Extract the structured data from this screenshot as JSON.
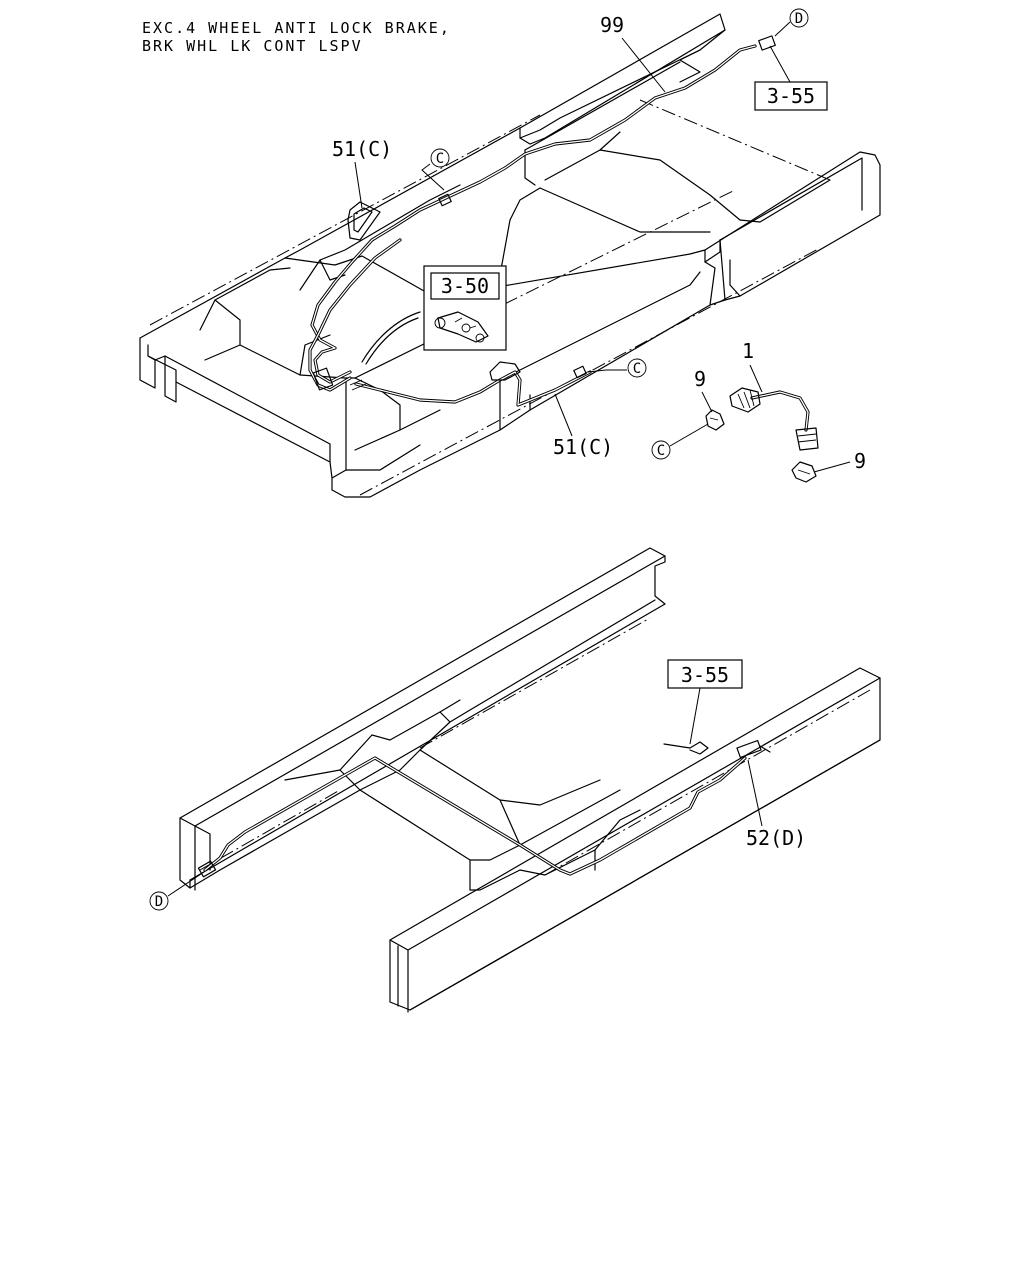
{
  "header": {
    "line1": "EXC.4 WHEEL ANTI LOCK BRAKE,",
    "line2": "BRK WHL LK CONT LSPV"
  },
  "callouts": {
    "part_99": "99",
    "part_51c_top": "51(C)",
    "part_51c_bottom": "51(C)",
    "part_1": "1",
    "part_9_a": "9",
    "part_9_b": "9",
    "part_52d": "52(D)"
  },
  "ref_boxes": {
    "ref_3_55_top": "3-55",
    "ref_3_50": "3-50",
    "ref_3_55_bottom": "3-55"
  },
  "connector_marks": {
    "d_top": "D",
    "c_top": "C",
    "c_mid": "C",
    "c_clip": "C",
    "d_bottom": "D"
  }
}
